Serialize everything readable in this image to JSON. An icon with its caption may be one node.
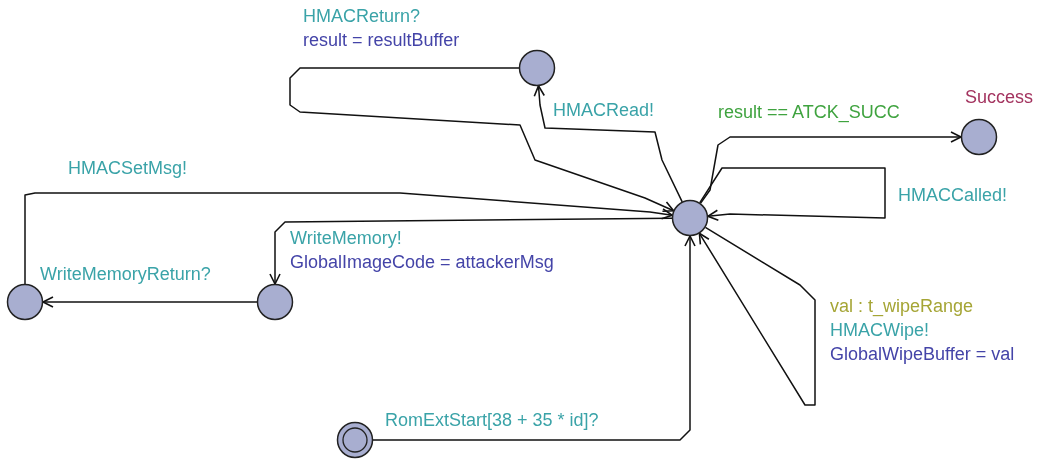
{
  "diagram": {
    "nodes": [
      {
        "text": [],
        "shape": "circle"
      },
      {
        "text": [],
        "shape": "circle",
        "beside": [
          "Success"
        ]
      },
      {
        "text": [],
        "shape": "circle"
      },
      {
        "text": [],
        "shape": "circle"
      },
      {
        "text": [],
        "shape": "circle"
      },
      {
        "text": [],
        "shape": "circle"
      }
    ],
    "edges": [
      {
        "from": 2,
        "to": 0,
        "arrow": "to",
        "label": "HMACRead!"
      },
      {
        "from": 0,
        "to": 2,
        "arrow": "to",
        "label": "HMACReturn?"
      },
      {
        "from": 2,
        "to": 1,
        "arrow": "to",
        "label": "result == ATCK_SUCC"
      },
      {
        "from": 2,
        "to": 2,
        "arrow": "to",
        "label": "HMACCalled!"
      },
      {
        "from": 3,
        "to": 2,
        "arrow": "to",
        "label": "HMACSetMsg!"
      },
      {
        "from": 2,
        "to": 4,
        "arrow": "to",
        "label": "WriteMemory!"
      },
      {
        "from": 4,
        "to": 3,
        "arrow": "to",
        "label": "WriteMemoryReturn?"
      },
      {
        "from": 2,
        "to": 2,
        "arrow": "to",
        "label": "HMACWipe!"
      },
      {
        "from": 5,
        "to": 2,
        "arrow": "to",
        "label": "RomExtStart[38 + 35 * id]?"
      }
    ],
    "labels": [
      "result = resultBuffer",
      "GlobalImageCode = attackerMsg",
      "val : t_wipeRange",
      "GlobalWipeBuffer = val"
    ]
  }
}
